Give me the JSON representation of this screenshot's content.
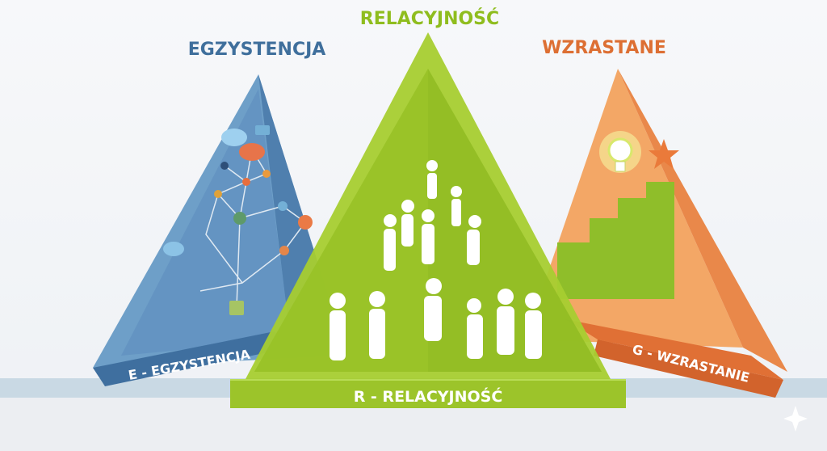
{
  "titles": {
    "left": "EGZYSTENCJA",
    "center": "RELACYJNOŚĆ",
    "right": "WZRASTANE"
  },
  "labels": {
    "left": "E - EGZYSTENCJA",
    "center": "R - RELACYJNOŚĆ",
    "right": "G - WZRASTANIE"
  },
  "colors": {
    "blue": "#5b8fbf",
    "green": "#9cc32a",
    "orange": "#ef8c4a",
    "title_blue": "#3f6f9c",
    "title_green": "#8fbd1e",
    "title_orange": "#dd6f33"
  },
  "icons": [
    "network-icon",
    "speech-bubble-icon",
    "person-icon",
    "lightbulb-icon",
    "star-icon",
    "stairs-icon",
    "sparkle-icon"
  ]
}
